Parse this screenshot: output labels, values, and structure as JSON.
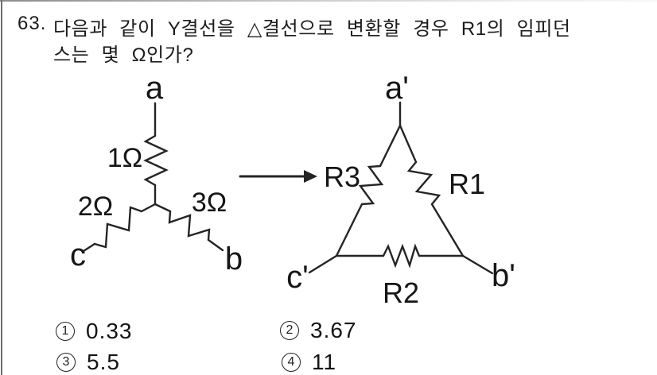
{
  "question": {
    "number": "63.",
    "line1": "다음과 같이 Y결선을 △결선으로 변환할 경우 R1의 임피던",
    "line2": "스는 몇 Ω인가?"
  },
  "y_circuit": {
    "terminal_top": "a",
    "terminal_bottom_left": "c",
    "terminal_bottom_right": "b",
    "resistor_top": "1Ω",
    "resistor_left": "2Ω",
    "resistor_right": "3Ω"
  },
  "delta_circuit": {
    "terminal_top": "a'",
    "terminal_bottom_left": "c'",
    "terminal_bottom_right": "b'",
    "resistor_left": "R3",
    "resistor_right": "R1",
    "resistor_bottom": "R2"
  },
  "options": [
    {
      "num": "1",
      "value": "0.33"
    },
    {
      "num": "2",
      "value": "3.67"
    },
    {
      "num": "3",
      "value": "5.5"
    },
    {
      "num": "4",
      "value": "11"
    }
  ],
  "colors": {
    "ink": "#1c1c1c",
    "rule": "#6f6f6f"
  }
}
